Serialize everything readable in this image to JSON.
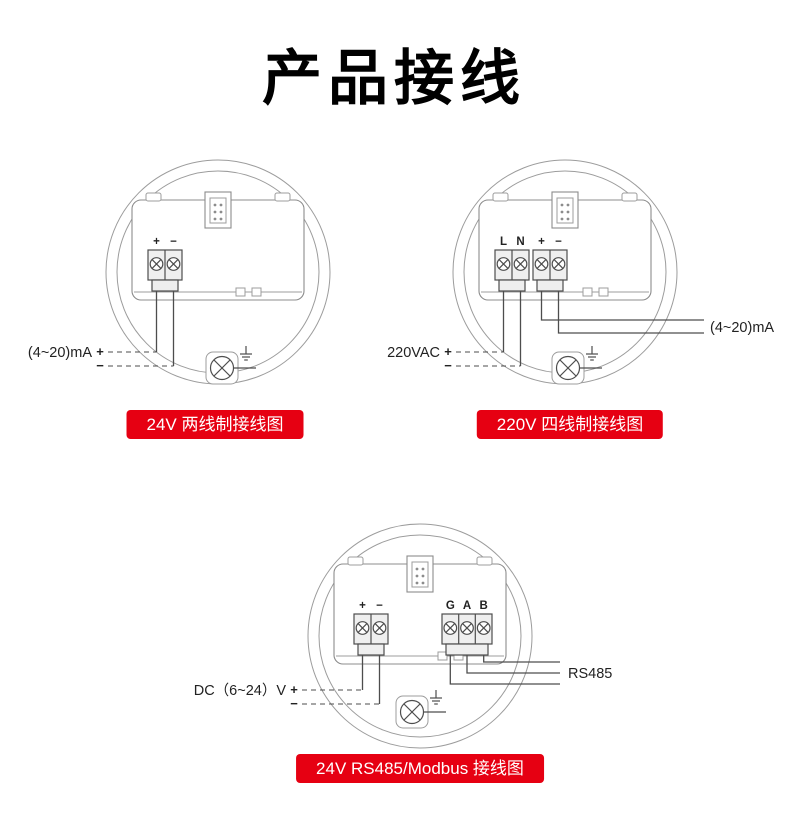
{
  "page": {
    "title": "产品接线"
  },
  "colors": {
    "accent": "#e60012",
    "line_gray": "#8c8c8c",
    "wire_dark": "#4d4d4d"
  },
  "diagram1": {
    "caption": "24V 两线制接线图",
    "terminal_plus": "+",
    "terminal_minus": "−",
    "wire_label": "(4~20)mA",
    "wire_plus": "+",
    "wire_minus": "−"
  },
  "diagram2": {
    "caption": "220V 四线制接线图",
    "terminal_l": "L",
    "terminal_n": "N",
    "terminal_plus": "+",
    "terminal_minus": "−",
    "wire_label_left": "220VAC",
    "wire_left_plus": "+",
    "wire_left_minus": "−",
    "wire_label_right": "(4~20)mA"
  },
  "diagram3": {
    "caption": "24V RS485/Modbus 接线图",
    "terminal_plus": "+",
    "terminal_minus": "−",
    "terminal_g": "G",
    "terminal_a": "A",
    "terminal_b": "B",
    "wire_label_left": "DC（6~24）V",
    "wire_left_plus": "+",
    "wire_left_minus": "−",
    "wire_label_right": "RS485"
  }
}
